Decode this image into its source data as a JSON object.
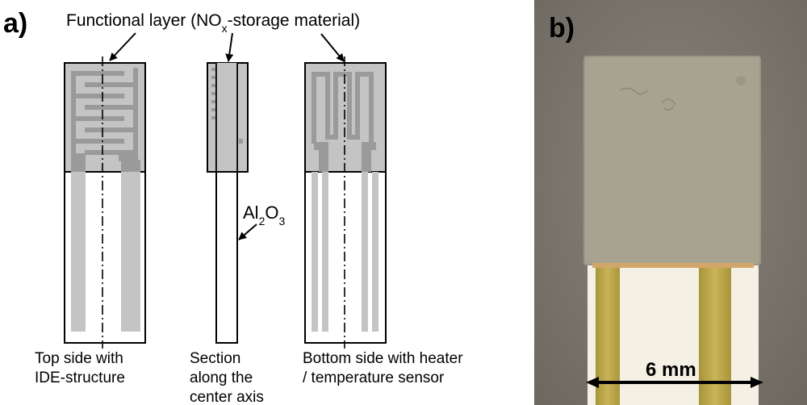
{
  "panel_a": {
    "label": "a)",
    "functional_layer": {
      "prefix": "Functional layer (NO",
      "sub": "x",
      "suffix": "-storage material)"
    },
    "substrate": {
      "prefix": "Al",
      "sub1": "2",
      "mid": "O",
      "sub2": "3"
    },
    "views": [
      {
        "line1": "Top side with",
        "line2": "IDE-structure"
      },
      {
        "line1": "Section",
        "line2": "along the",
        "line3": "center axis"
      },
      {
        "line1": "Bottom side with heater",
        "line2": "/ temperature sensor"
      }
    ],
    "colors": {
      "layer_gray": "#c4c4c4",
      "pattern_gray": "#9a9a9a",
      "outline": "#000000"
    }
  },
  "panel_b": {
    "label": "b)",
    "scale_label": "6 mm",
    "colors": {
      "background": "#7f7a70",
      "ceramic": "#f4f0e4",
      "coating": "#a8a390",
      "electrode": "#c2ae50"
    }
  }
}
